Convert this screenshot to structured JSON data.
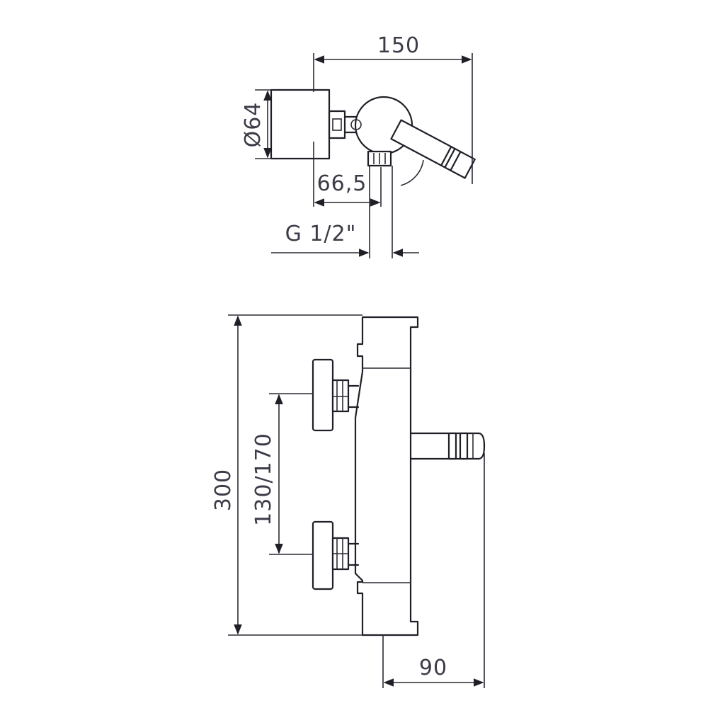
{
  "drawing": {
    "top_view": {
      "overall_width": "150",
      "body_diameter": "Ø64",
      "axis_offset": "66,5",
      "thread": "G 1/2\""
    },
    "front_view": {
      "height": "300",
      "inlet_spacing": "130/170",
      "depth": "90"
    }
  },
  "colors": {
    "line": "#1f1f28",
    "text": "#3c3c48",
    "background": "#ffffff"
  }
}
